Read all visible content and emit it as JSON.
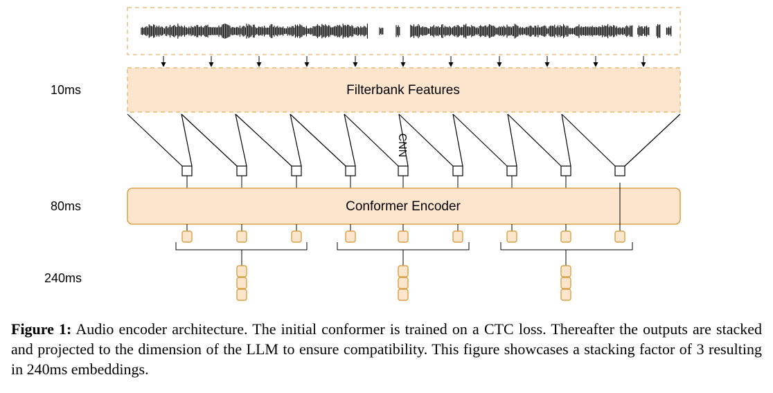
{
  "rates": {
    "features": "10ms",
    "encoder": "80ms",
    "stacked": "240ms"
  },
  "boxes": {
    "filterbank": "Filterbank Features",
    "conformer": "Conformer Encoder",
    "cnn": "CNN"
  },
  "caption": {
    "label": "Figure 1:",
    "text": " Audio encoder architecture. The initial conformer is trained on a CTC loss. Thereafter the outputs are stacked and projected to the dimension of the LLM to ensure compatibility. This figure showcases a stacking factor of 3 resulting in 240ms embeddings."
  },
  "colors": {
    "fill": "#fbe5cc",
    "stroke": "#d9a146",
    "line": "#000000"
  }
}
